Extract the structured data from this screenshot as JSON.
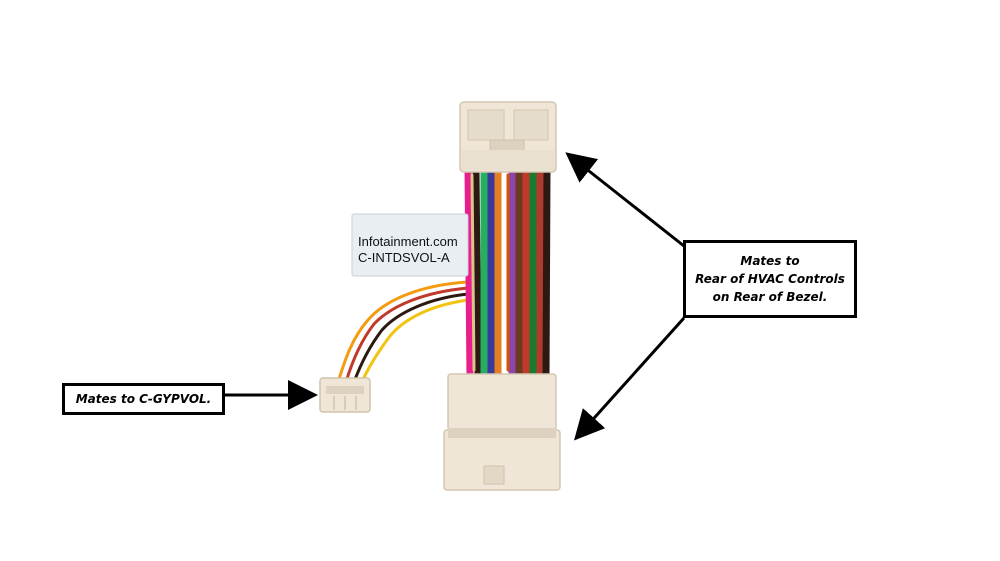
{
  "label": {
    "line1": "Infotainment.com",
    "line2": "C-INTDSVOL-A"
  },
  "callouts": {
    "right": {
      "line1": "Mates to",
      "line2": "Rear of HVAC Controls",
      "line3": "on Rear of Bezel."
    },
    "left": {
      "text": "Mates to C-GYPVOL."
    }
  },
  "colors": {
    "connector": "#efe6d8",
    "connector_shadow": "#d9ceb9",
    "label_bg": "#e8eef2",
    "arrow": "#000000"
  }
}
